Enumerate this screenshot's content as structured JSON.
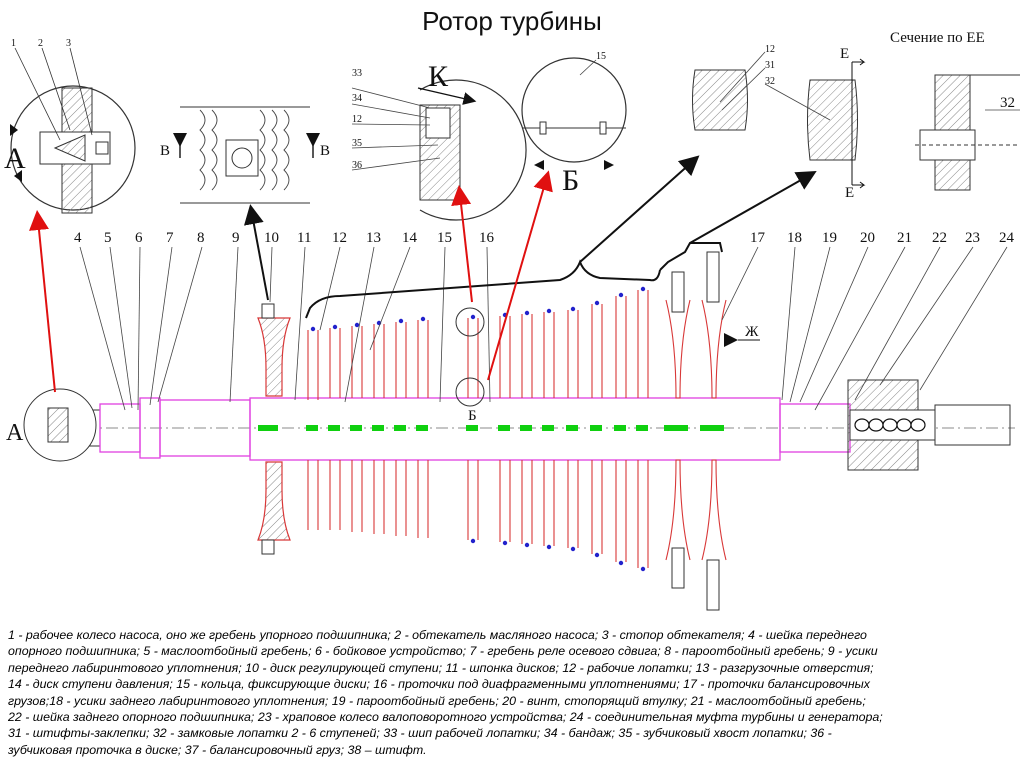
{
  "slide": {
    "title": "Ротор турбины"
  },
  "diagram": {
    "callouts": [
      "4",
      "5",
      "6",
      "7",
      "8",
      "9",
      "10",
      "11",
      "12",
      "13",
      "14",
      "15",
      "16",
      "17",
      "18",
      "19",
      "20",
      "21",
      "22",
      "23",
      "24"
    ],
    "detail_a": {
      "labels": [
        "1",
        "2",
        "3"
      ],
      "letter": "А"
    },
    "section_b": {
      "label": "В"
    },
    "detail_k": {
      "letter": "К",
      "labels": [
        "33",
        "34",
        "12",
        "35",
        "36"
      ]
    },
    "detail_b2": {
      "label": "15",
      "letter": "Б"
    },
    "detail_e": {
      "labels": [
        "12",
        "31",
        "32"
      ],
      "letter": "Е"
    },
    "section_ee": {
      "title": "Сечение по ЕЕ",
      "label": "32"
    },
    "rotor_marks": {
      "a": "А",
      "b": "Б",
      "zh": "Ж"
    }
  },
  "legend": {
    "lines": [
      "1 -  рабочее колесо насоса, оно же гребень упорного подшипника; 2 - обтекатель масляного насоса; 3 - стопор обтекателя; 4 - шейка переднего",
      "опорного подшипника; 5 - маслоотбойный гребень; 6 -  бойковое устройство; 7 -  гребень реле осевого сдвига; 8 - пароотбойный гребень; 9 - усики",
      "переднего лабиринтового уплотнения; 10 - диск регулирующей ступени; 11 -  шпонка дисков; 12 - рабочие лопатки; 13 - разгрузочные отверстия;",
      "14 -  диск ступени  давления; 15 - кольца, фиксирующие диски; 16 - проточки под диафрагменными уплотнениями; 17 - проточки балансировочных",
      "грузов;18 -  усики заднего лабиринтового уплотнения; 19 - пароотбойный гребень; 20 - винт,  стопорящий втулку; 21 - маслоотбойный гребень;",
      "22 - шейка заднего опорного подшипника; 23 - храповое колесо валоповоротного устройства; 24 - соединительная муфта турбины и генератора;",
      "31 - штифты-заклепки; 32 - замковые лопатки 2 - 6 ступеней; 33 - шип рабочей лопатки; 34 - бандаж; 35 - зубчиковый хвост лопатки; 36 -",
      "зубчиковая проточка в диске; 37 - балансировочный груз; 38 – штифт."
    ]
  },
  "colors": {
    "ink": "#111111",
    "shaft": "#e040e0",
    "disk": "#d83838",
    "arrow_red": "#e01010",
    "accent_green": "#10d010",
    "blade_tip": "#2222cc",
    "hatch": "#888888"
  }
}
